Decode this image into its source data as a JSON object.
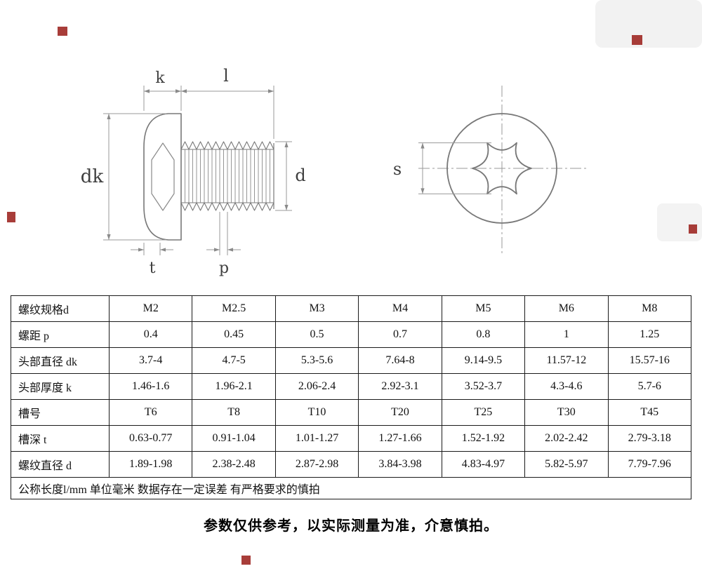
{
  "colors": {
    "outline": "#787878",
    "dimension": "#9a9a9a",
    "table_border": "#1a1a1a",
    "seal": "#9c221e",
    "background": "#ffffff"
  },
  "diagram": {
    "labels": {
      "k": "k",
      "l": "l",
      "dk": "dk",
      "d": "d",
      "t": "t",
      "p": "p",
      "s": "s"
    }
  },
  "table": {
    "rows": [
      {
        "header": "螺纹规格d",
        "values": [
          "M2",
          "M2.5",
          "M3",
          "M4",
          "M5",
          "M6",
          "M8"
        ]
      },
      {
        "header": "螺距 p",
        "values": [
          "0.4",
          "0.45",
          "0.5",
          "0.7",
          "0.8",
          "1",
          "1.25"
        ]
      },
      {
        "header": "头部直径 dk",
        "values": [
          "3.7-4",
          "4.7-5",
          "5.3-5.6",
          "7.64-8",
          "9.14-9.5",
          "11.57-12",
          "15.57-16"
        ]
      },
      {
        "header": "头部厚度 k",
        "values": [
          "1.46-1.6",
          "1.96-2.1",
          "2.06-2.4",
          "2.92-3.1",
          "3.52-3.7",
          "4.3-4.6",
          "5.7-6"
        ]
      },
      {
        "header": "槽号",
        "values": [
          "T6",
          "T8",
          "T10",
          "T20",
          "T25",
          "T30",
          "T45"
        ]
      },
      {
        "header": "槽深 t",
        "values": [
          "0.63-0.77",
          "0.91-1.04",
          "1.01-1.27",
          "1.27-1.66",
          "1.52-1.92",
          "2.02-2.42",
          "2.79-3.18"
        ]
      },
      {
        "header": "螺纹直径 d",
        "values": [
          "1.89-1.98",
          "2.38-2.48",
          "2.87-2.98",
          "3.84-3.98",
          "4.83-4.97",
          "5.82-5.97",
          "7.79-7.96"
        ]
      }
    ],
    "footer": "公称长度l/mm 单位毫米  数据存在一定误差 有严格要求的慎拍"
  },
  "caption": "参数仅供参考，以实际测量为准，介意慎拍。"
}
